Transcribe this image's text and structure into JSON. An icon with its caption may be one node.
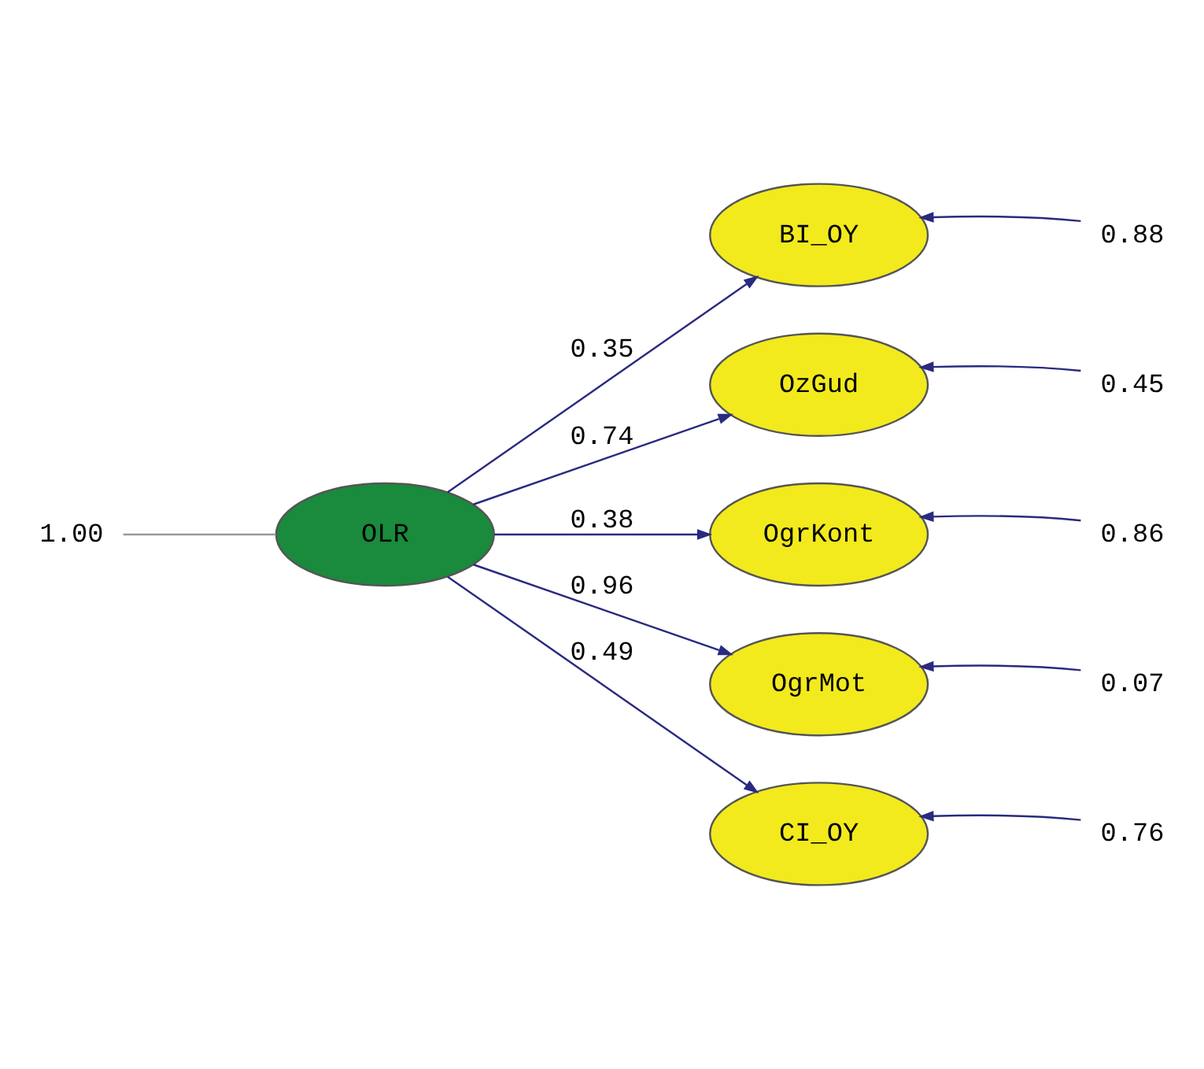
{
  "diagram": {
    "nodes": [
      {
        "text": [
          "1.00"
        ]
      },
      {
        "text": [
          "OLR"
        ]
      },
      {
        "text": [
          "BI_OY"
        ]
      },
      {
        "text": [
          "0.88"
        ]
      },
      {
        "text": [
          "OzGud"
        ]
      },
      {
        "text": [
          "0.45"
        ]
      },
      {
        "text": [
          "OgrKont"
        ]
      },
      {
        "text": [
          "0.86"
        ]
      },
      {
        "text": [
          "OgrMot"
        ]
      },
      {
        "text": [
          "0.07"
        ]
      },
      {
        "text": [
          "CI_OY"
        ]
      },
      {
        "text": [
          "0.76"
        ]
      }
    ],
    "edges": [
      {
        "from": 0,
        "to": 1,
        "arrow": "none",
        "color": "#999999"
      },
      {
        "from": 1,
        "to": 2,
        "arrow": "to",
        "label": "0.35"
      },
      {
        "from": 1,
        "to": 4,
        "arrow": "to",
        "label": "0.74"
      },
      {
        "from": 1,
        "to": 6,
        "arrow": "to",
        "label": "0.38"
      },
      {
        "from": 1,
        "to": 8,
        "arrow": "to",
        "label": "0.96"
      },
      {
        "from": 1,
        "to": 10,
        "arrow": "to",
        "label": "0.49"
      },
      {
        "from": 3,
        "to": 2,
        "arrow": "to"
      },
      {
        "from": 5,
        "to": 4,
        "arrow": "to"
      },
      {
        "from": 7,
        "to": 6,
        "arrow": "to"
      },
      {
        "from": 9,
        "to": 8,
        "arrow": "to"
      },
      {
        "from": 11,
        "to": 10,
        "arrow": "to"
      }
    ]
  }
}
